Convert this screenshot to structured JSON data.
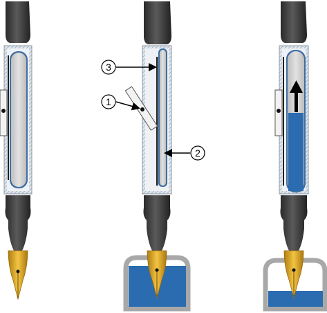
{
  "callouts": [
    {
      "id": "1",
      "label": "1"
    },
    {
      "id": "2",
      "label": "2"
    },
    {
      "id": "3",
      "label": "3"
    }
  ],
  "colors": {
    "pen_body": "#3a3a3a",
    "pen_body_dark": "#1f1f1f",
    "barrel_frame": "#9aa6b2",
    "barrel_glass": "#e9eef3",
    "sac": "#d6d6d6",
    "ink": "#2b6cb0",
    "nib_gold": "#e8b22e",
    "nib_gold_dark": "#b07d12",
    "bottle": "#a8a8a8"
  },
  "icons": [
    "pen-icon",
    "ink-bottle-icon",
    "arrow-up-icon"
  ]
}
